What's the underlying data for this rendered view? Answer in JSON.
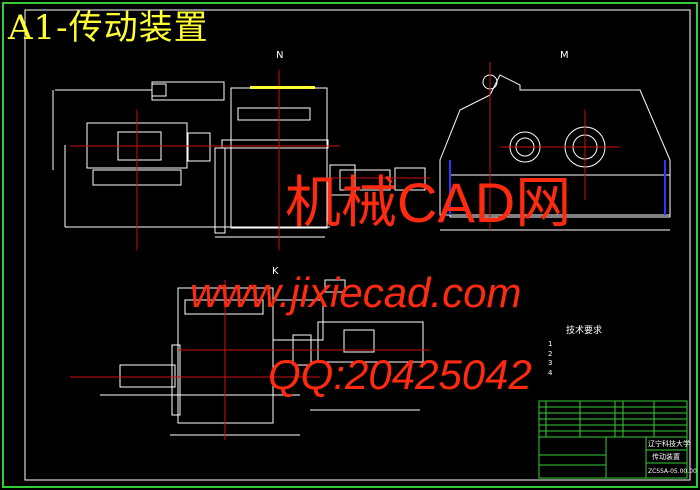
{
  "drawing": {
    "title": "A1-传动装置",
    "views": [
      {
        "label": "N"
      },
      {
        "label": "M"
      },
      {
        "label": "K"
      }
    ],
    "notes": {
      "heading": "技术要求",
      "items": [
        "1",
        "2",
        "3",
        "4"
      ]
    },
    "title_block": {
      "company": "辽宁科技大学",
      "drawing_name": "传动装置",
      "drawing_no": "ZCS5A-05.00.00"
    },
    "colors": {
      "outline": "#ffffff",
      "centerline": "#cc1111",
      "border": "#33cc33",
      "title": "#ffff33",
      "watermark": "#ff2a10"
    }
  },
  "watermark": {
    "site_name": "机械CAD网",
    "url": "www.jixiecad.com",
    "qq": "QQ:20425042"
  }
}
